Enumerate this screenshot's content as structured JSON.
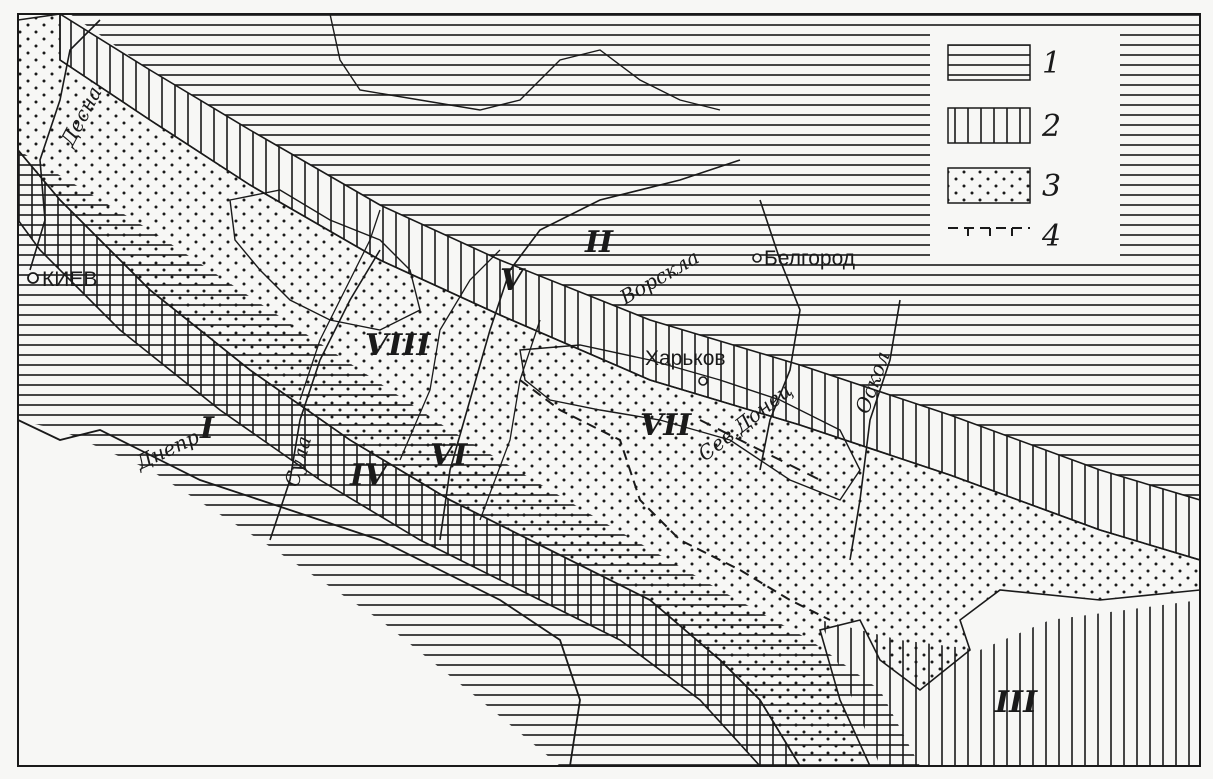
{
  "legend": [
    {
      "key": "1",
      "pattern": "horizontal-hatch"
    },
    {
      "key": "2",
      "pattern": "vertical-hatch"
    },
    {
      "key": "3",
      "pattern": "dotted"
    },
    {
      "key": "4",
      "pattern": "dashed-tick-line"
    }
  ],
  "zones": [
    "I",
    "II",
    "III",
    "IV",
    "V",
    "VI",
    "VII",
    "VIII"
  ],
  "cities": [
    "КИЕВ",
    "Белгород",
    "Харьков"
  ],
  "rivers": [
    "Десна",
    "Днепр",
    "Сула",
    "Ворскла",
    "Сев.Донец",
    "Оскол"
  ],
  "colors": {
    "ink": "#1a1a1a",
    "paper": "#f7f7f5"
  }
}
